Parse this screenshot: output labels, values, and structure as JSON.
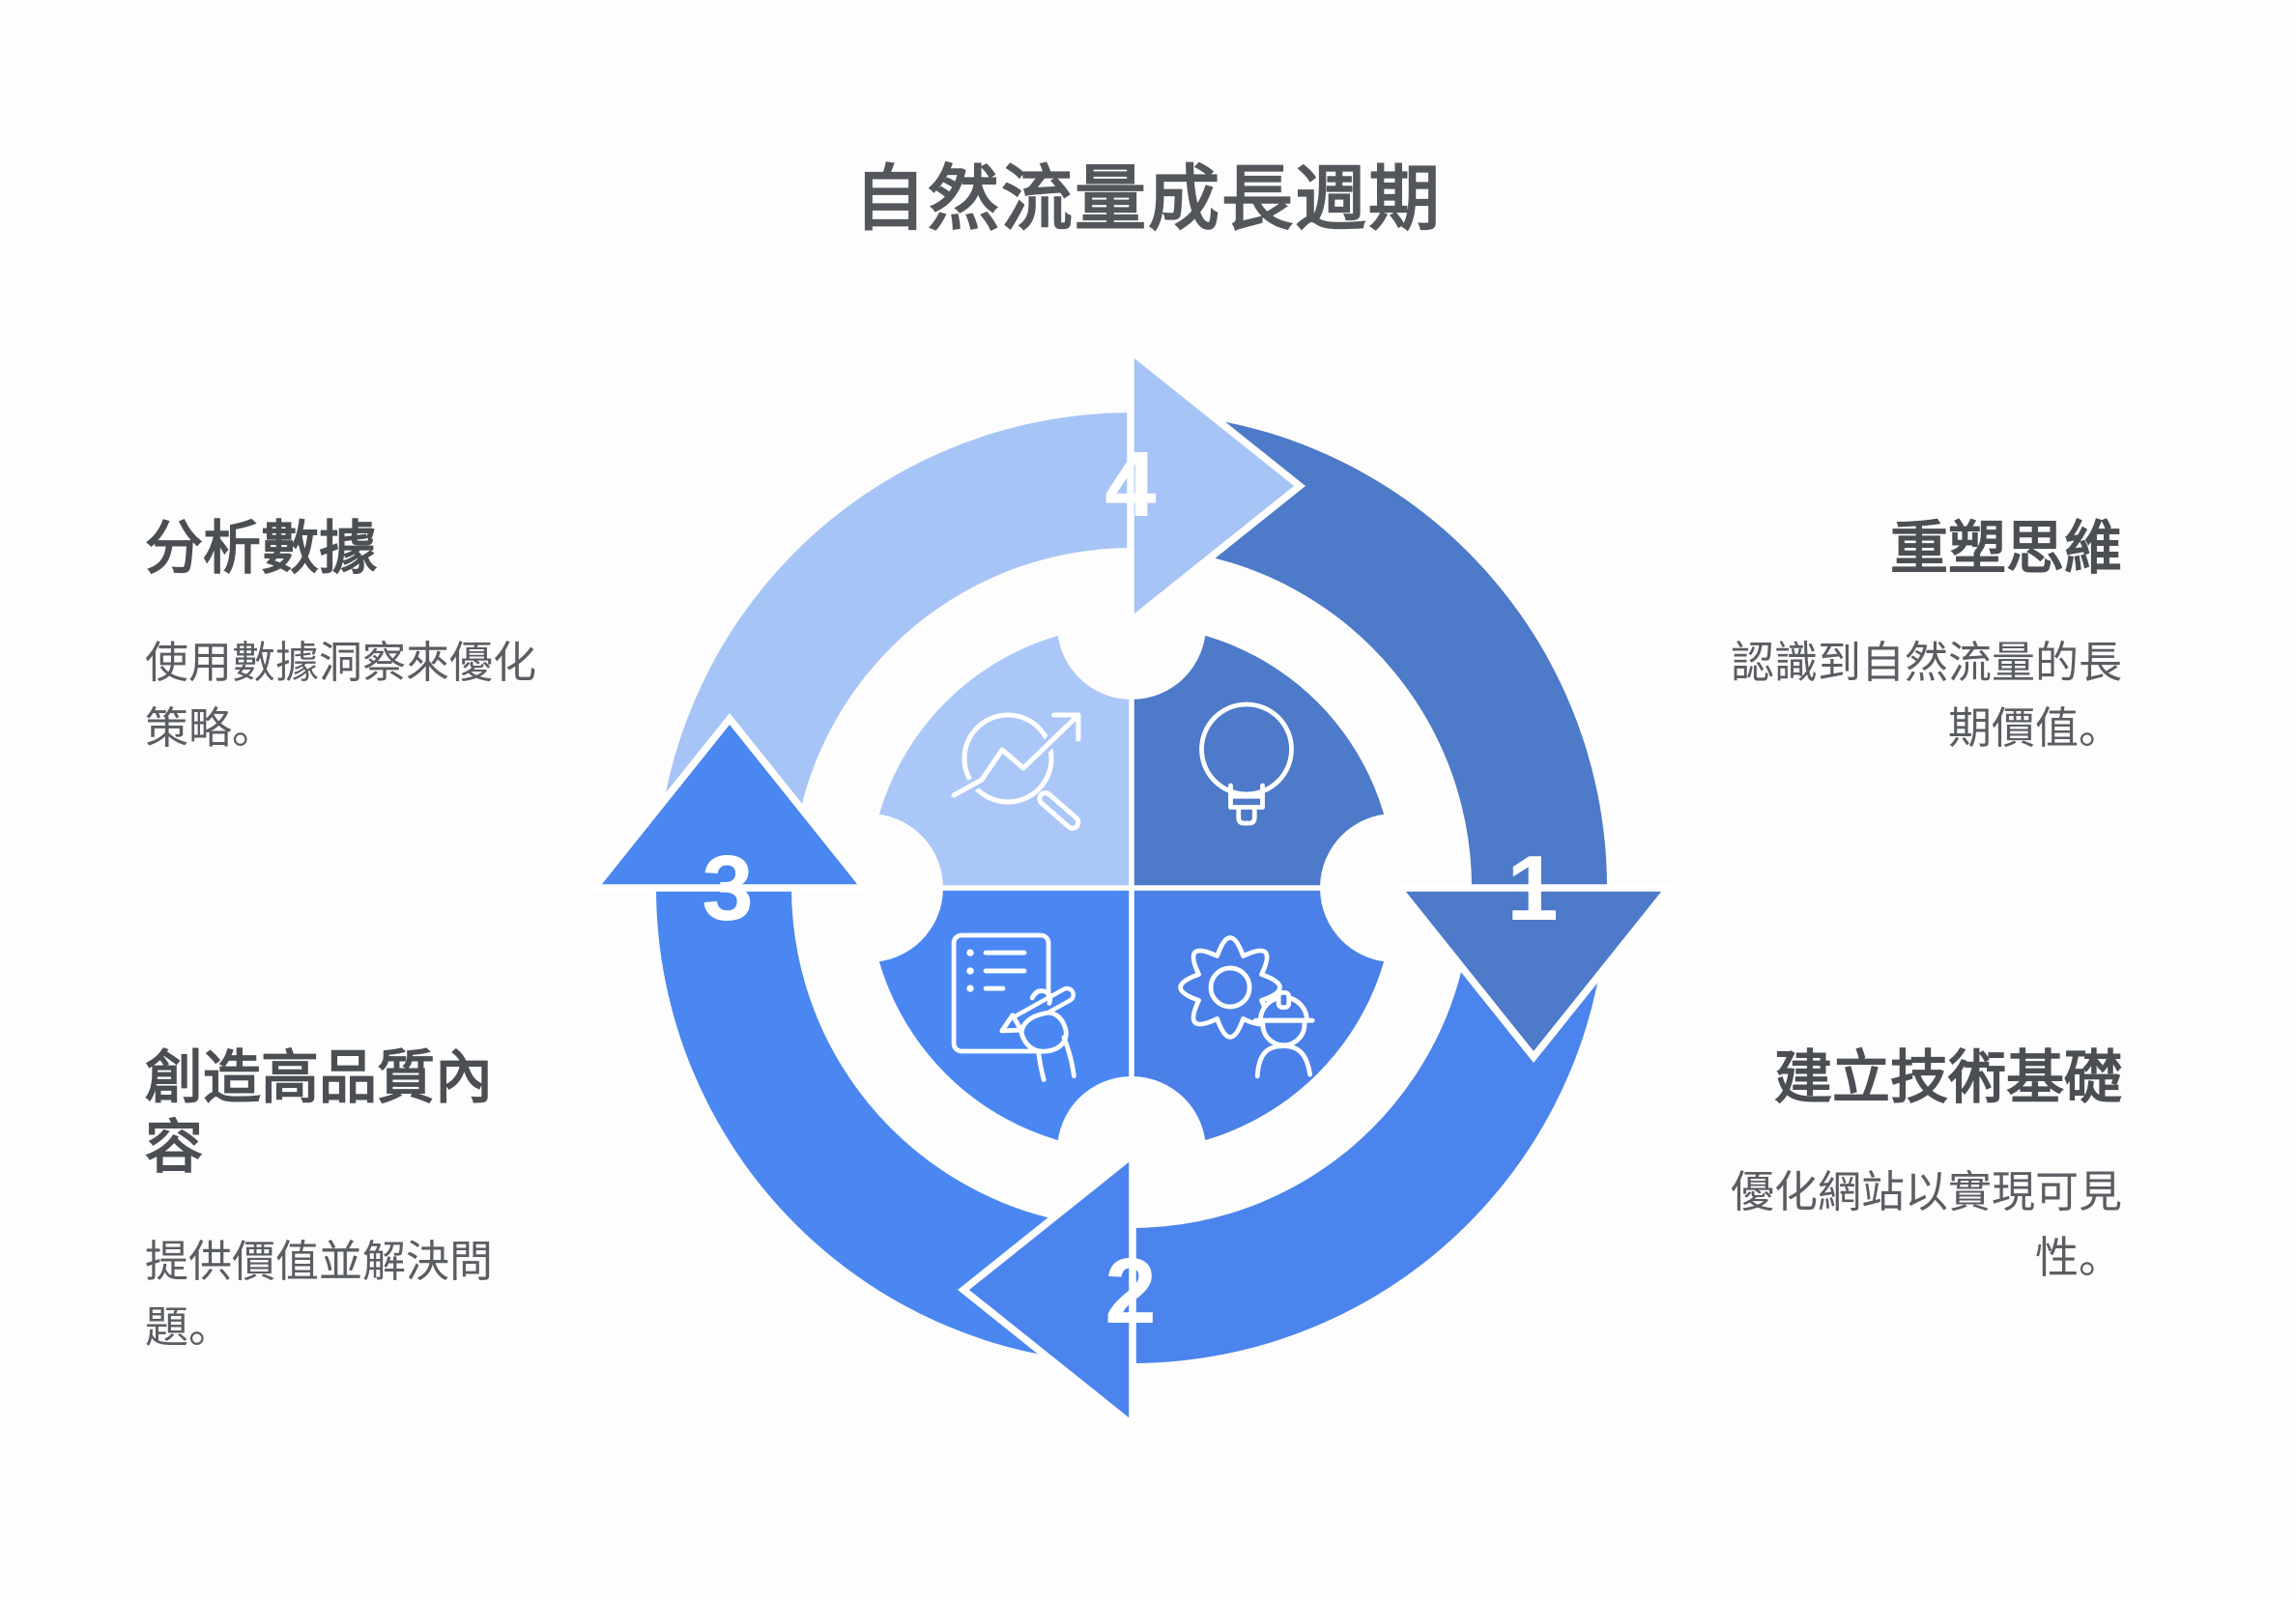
{
  "title": "自然流量成長週期",
  "steps": [
    {
      "number": "1",
      "heading": "重塑思維",
      "body": "認識到自然流量的長期價值。",
      "icon": "lightbulb-icon",
      "arrow_color": "#4D7AC9",
      "quadrant_color": "#4D7AC9",
      "position": "top-right"
    },
    {
      "number": "2",
      "heading": "建立技術基礎",
      "body": "優化網站以實現可見性。",
      "icon": "engineer-gear-icon",
      "arrow_color": "#4B84EC",
      "quadrant_color": "#4A80E8",
      "position": "bottom-right"
    },
    {
      "number": "3",
      "heading": "創造高品質內容",
      "body": "提供價值並解決問題。",
      "icon": "writing-hand-icon",
      "arrow_color": "#4B87F0",
      "quadrant_color": "#4A87F3",
      "position": "bottom-left"
    },
    {
      "number": "4",
      "heading": "分析數據",
      "body": "使用數據洞察來優化策略。",
      "icon": "trend-magnifier-icon",
      "arrow_color": "#A7C4F6",
      "quadrant_color": "#ABC7F8",
      "position": "top-left"
    }
  ],
  "colors": {
    "background": "#FDFDFD",
    "title_text": "#53565B",
    "heading_text": "#4B4E53",
    "body_text": "#5A5D62",
    "number_text": "#FFFFFF",
    "icon_stroke": "#FFFFFF",
    "divider": "#FFFFFF"
  }
}
